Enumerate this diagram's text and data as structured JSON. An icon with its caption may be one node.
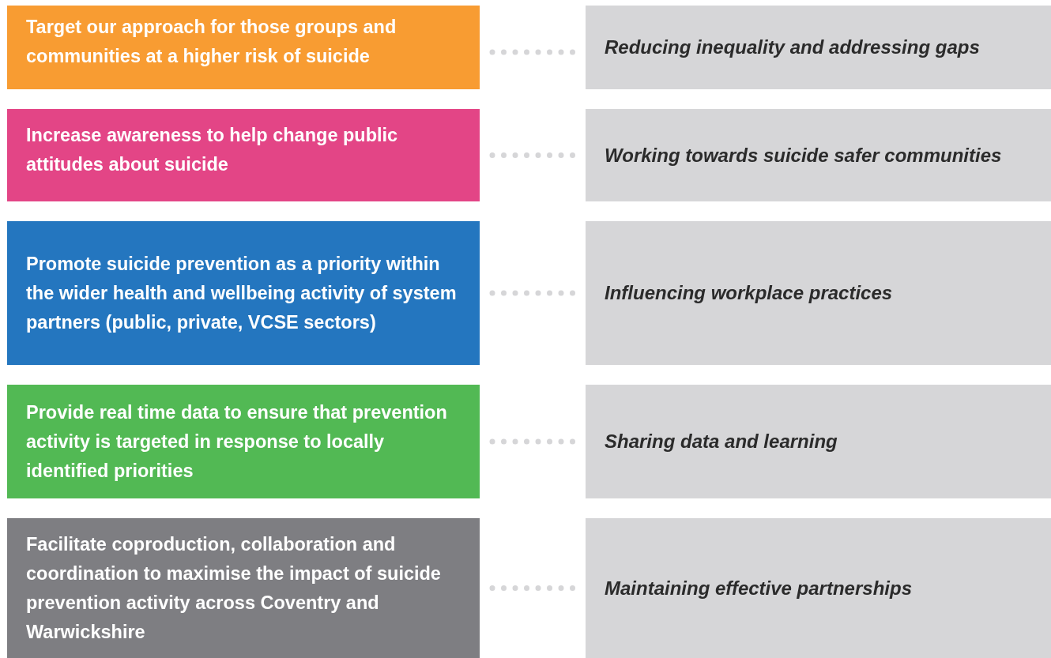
{
  "diagram": {
    "nodes": [
      {
        "text": [
          "Target our approach for those groups and communities at a higher risk of suicide"
        ]
      },
      {
        "text": [
          "Reducing inequality and addressing gaps"
        ]
      },
      {
        "text": [
          "Increase awareness to help change public attitudes about suicide"
        ]
      },
      {
        "text": [
          "Working towards suicide safer communities"
        ]
      },
      {
        "text": [
          "Promote suicide prevention as a priority within the wider health and wellbeing activity of system partners (public, private, VCSE sectors)"
        ]
      },
      {
        "text": [
          "Influencing workplace practices"
        ]
      },
      {
        "text": [
          "Provide real time data to ensure that prevention activity is targeted in response to locally identified priorities"
        ]
      },
      {
        "text": [
          "Sharing data and learning"
        ]
      },
      {
        "text": [
          "Facilitate coproduction, collaboration and coordination to maximise the impact of suicide prevention activity across Coventry and Warwickshire"
        ]
      },
      {
        "text": [
          "Maintaining effective partnerships"
        ]
      }
    ],
    "edges": [
      {
        "from": 0,
        "to": 1,
        "arrow": "none",
        "style": "dashed"
      },
      {
        "from": 2,
        "to": 3,
        "arrow": "none",
        "style": "dashed"
      },
      {
        "from": 4,
        "to": 5,
        "arrow": "none",
        "style": "dashed"
      },
      {
        "from": 6,
        "to": 7,
        "arrow": "none",
        "style": "dashed"
      },
      {
        "from": 8,
        "to": 9,
        "arrow": "none",
        "style": "dashed"
      }
    ]
  }
}
